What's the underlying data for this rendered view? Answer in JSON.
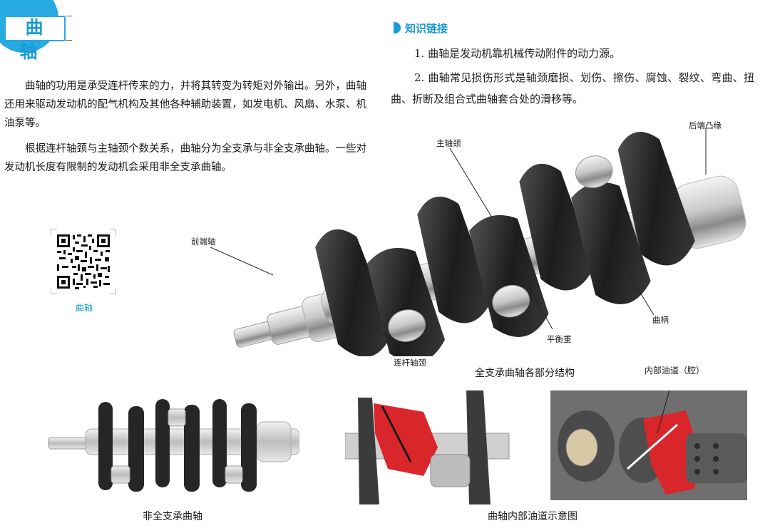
{
  "header": {
    "title": "曲 轴"
  },
  "intro": {
    "paragraph1": "曲轴的功用是承受连杆传来的力，并将其转变为转矩对外输出。另外，曲轴还用来驱动发动机的配气机构及其他各种辅助装置，如发电机、风扇、水泵、机油泵等。",
    "paragraph2": "根据连杆轴颈与主轴颈个数关系，曲轴分为全支承与非全支承曲轴。一些对发动机长度有限制的发动机会采用非全支承曲轴。"
  },
  "knowledge_link": {
    "title": "知识链接",
    "item1": "1. 曲轴是发动机靠机械传动附件的动力源。",
    "item2": "2. 曲轴常见损伤形式是轴颈磨损、划伤、擦伤、腐蚀、裂纹、弯曲、扭曲、折断及组合式曲轴套合处的滑移等。"
  },
  "qr": {
    "caption": "曲轴"
  },
  "main_figure": {
    "labels": {
      "rear_flange": "后端凸缘",
      "main_journal": "主轴颈",
      "front_shaft": "前端轴",
      "crank_arm": "曲柄",
      "counterweight": "平衡重",
      "rod_journal": "连杆轴颈"
    },
    "caption": "全支承曲轴各部分结构"
  },
  "oil_figure": {
    "label": "内部油道（腔）",
    "caption": "曲轴内部油道示意图"
  },
  "partial_figure": {
    "caption": "非全支承曲轴"
  },
  "colors": {
    "accent": "#1a9ad6",
    "oil_passage": "#d9262b",
    "crank_dark": "#2a2a2a"
  }
}
